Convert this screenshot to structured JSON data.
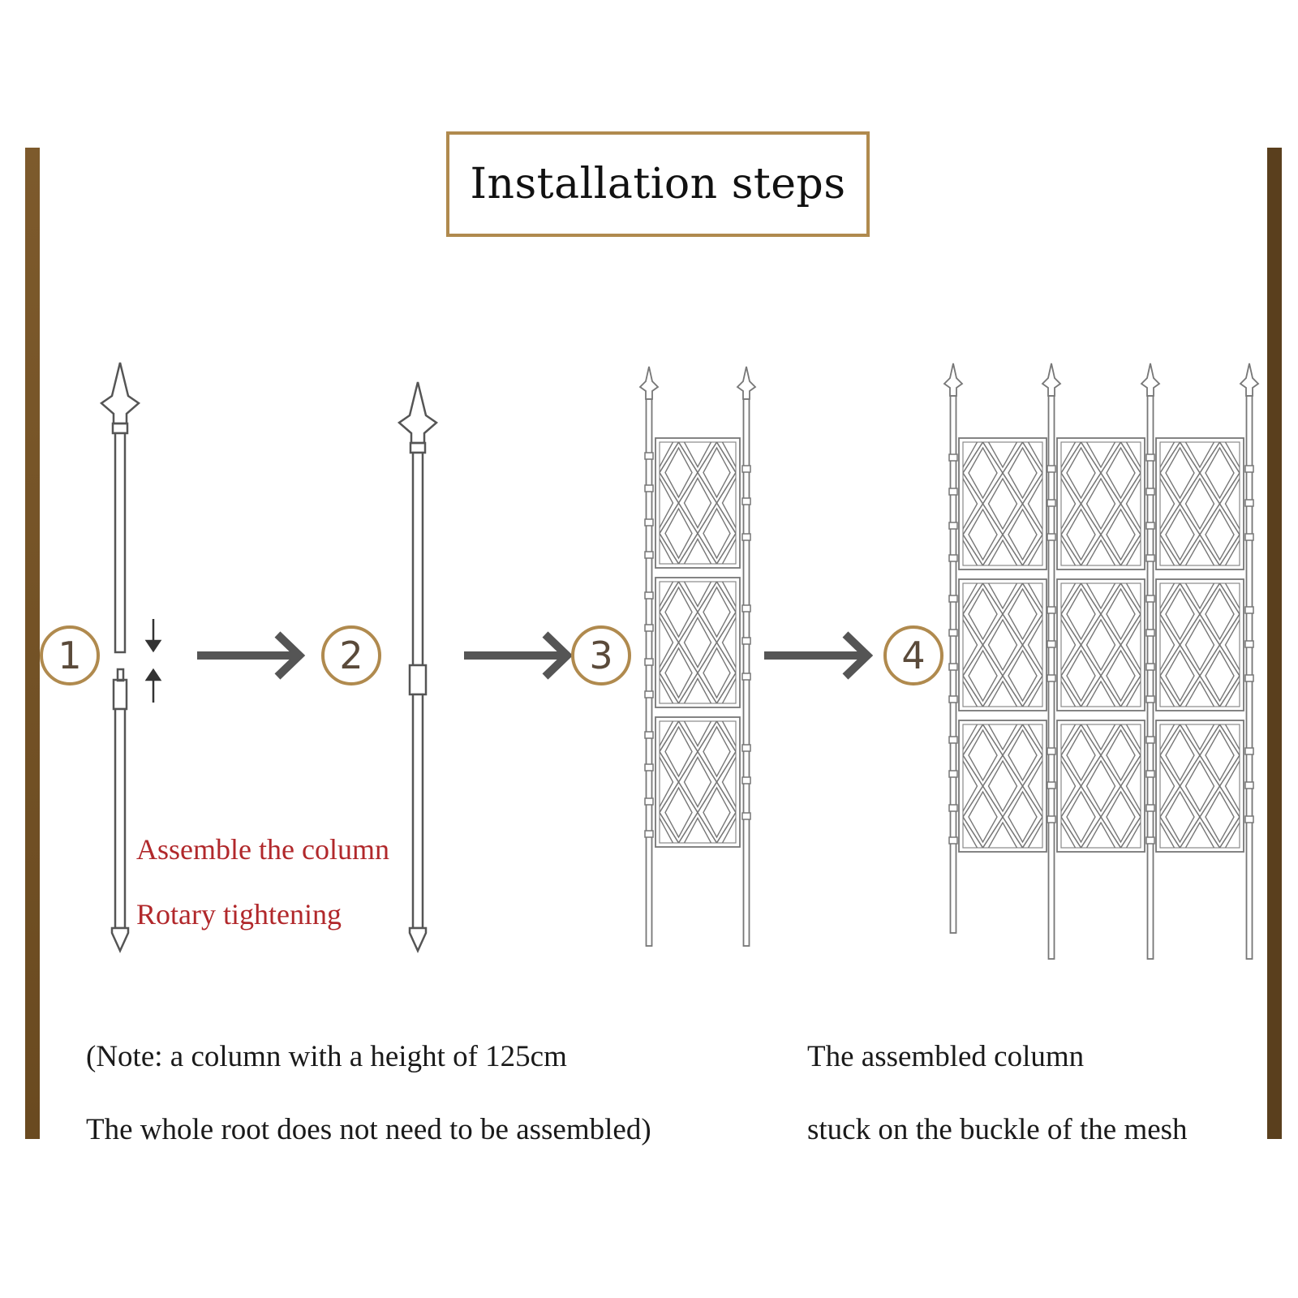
{
  "title": "Installation steps",
  "steps": [
    {
      "number": "1"
    },
    {
      "number": "2"
    },
    {
      "number": "3"
    },
    {
      "number": "4"
    }
  ],
  "step1": {
    "assemble_label": "Assemble the column",
    "rotary_label": "Rotary tightening"
  },
  "notes": {
    "left_line1": "(Note: a column with a height of 125cm",
    "left_line2": "The whole root does not need to be assembled)",
    "right_line1": "The assembled column",
    "right_line2": "stuck on the buckle of the mesh"
  },
  "colors": {
    "accent_gold": "#b08a4e",
    "side_bar_brown": "#6a4a20",
    "note_red": "#b1282b",
    "arrow_gray": "#555555",
    "line_gray": "#6a6a6a"
  }
}
